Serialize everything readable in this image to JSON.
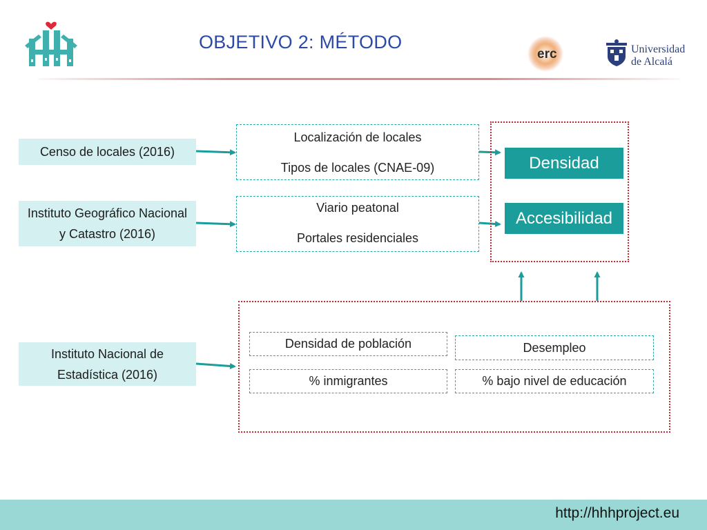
{
  "header": {
    "title": "OBJETIVO 2: MÉTODO",
    "logos": {
      "project": "hhh-house-heart-icon",
      "erc": "erc",
      "university": "Universidad de Alcalá"
    }
  },
  "sources": [
    {
      "label": "Censo de locales (2016)"
    },
    {
      "label": "Instituto Geográfico Nacional y Catastro (2016)"
    },
    {
      "label": "Instituto Nacional de Estadística (2016)"
    }
  ],
  "datasets": {
    "locales": [
      "Localización de locales",
      "Tipos de locales (CNAE-09)"
    ],
    "ign": [
      "Viario peatonal",
      "Portales residenciales"
    ]
  },
  "outcomes": {
    "densidad": "Densidad",
    "accesibilidad": "Accesibilidad"
  },
  "ine_variables": {
    "densidad_poblacion": "Densidad de población",
    "desempleo": "Desempleo",
    "inmigrantes": "% inmigrantes",
    "educacion": "% bajo nivel de educación"
  },
  "footer": {
    "url": "http://hhhproject.eu"
  },
  "colors": {
    "title": "#2b4aa8",
    "teal": "#1a9d9b",
    "source_fill": "#d4f0f0",
    "red_border": "#d0202a",
    "footer": "#9ad8d6"
  }
}
